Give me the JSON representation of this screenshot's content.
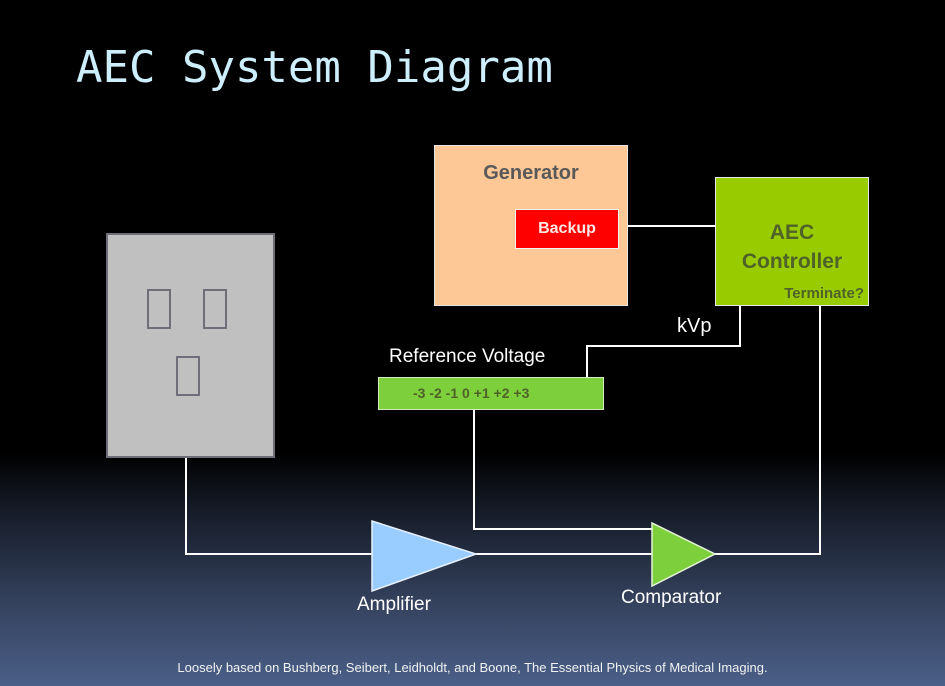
{
  "slide": {
    "title": "AEC System Diagram",
    "footer": "Loosely based on Bushberg, Seibert, Leidholdt, and Boone, The Essential Physics of Medical Imaging."
  },
  "diagram": {
    "generator": {
      "label": "Generator",
      "backup_label": "Backup",
      "color": "#fdc896",
      "backup_color": "#ff0000"
    },
    "controller": {
      "line1": "AEC",
      "line2": "Controller",
      "terminate_label": "Terminate?",
      "color": "#99cc00"
    },
    "reference_voltage": {
      "label": "Reference Voltage",
      "scale": "-3 -2 -1 0 +1 +2 +3",
      "color": "#7dcf3b"
    },
    "kvp_label": "kVp",
    "detector": {
      "icon": "electrical-outlet-icon",
      "color": "#c0c0c0"
    },
    "amplifier": {
      "label": "Amplifier",
      "color": "#99ccff"
    },
    "comparator": {
      "label": "Comparator",
      "color": "#7dcf3b"
    },
    "wire_color": "#ffffff"
  }
}
